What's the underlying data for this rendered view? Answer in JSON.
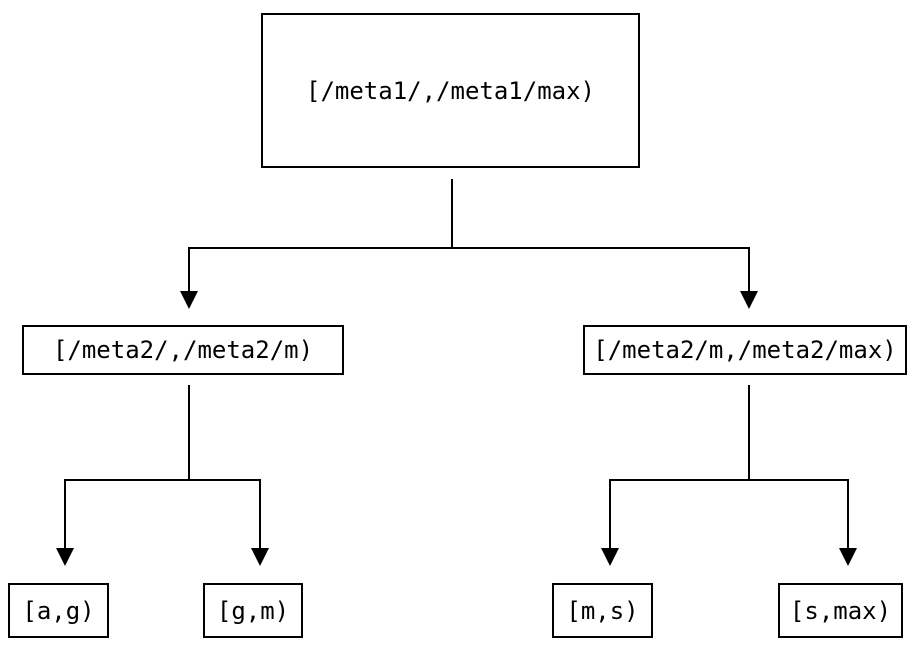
{
  "diagram": {
    "type": "tree",
    "colors": {
      "background": "#ffffff",
      "node_border": "#000000",
      "text": "#000000",
      "connector": "#000000"
    },
    "root": {
      "label": "[/meta1/,/meta1/max)",
      "children": [
        {
          "label": "[/meta2/,/meta2/m)",
          "children": [
            {
              "label": "[a,g)"
            },
            {
              "label": "[g,m)"
            }
          ]
        },
        {
          "label": "[/meta2/m,/meta2/max)",
          "children": [
            {
              "label": "[m,s)"
            },
            {
              "label": "[s,max)"
            }
          ]
        }
      ]
    }
  }
}
